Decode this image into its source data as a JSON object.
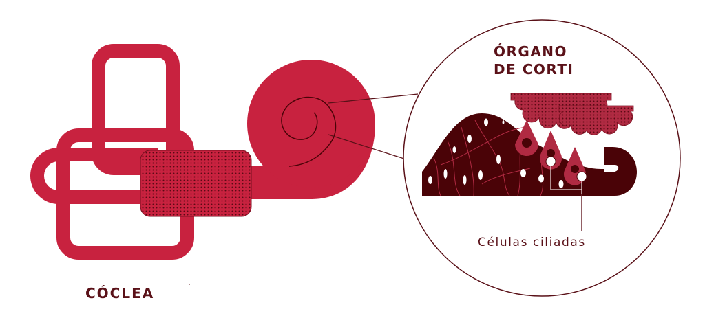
{
  "labels": {
    "cochlea": "CÓCLEA",
    "organ_line1": "ÓRGANO",
    "organ_line2": "DE CORTI",
    "hair_cells": "Células ciliadas"
  },
  "colors": {
    "cochlea_red": "#c8223f",
    "tissue_dark": "#4a0307",
    "cell_red": "#b02a42",
    "text_dark": "#5a1118"
  },
  "icons": [
    "cochlea-illustration",
    "organ-of-corti-illustration"
  ]
}
